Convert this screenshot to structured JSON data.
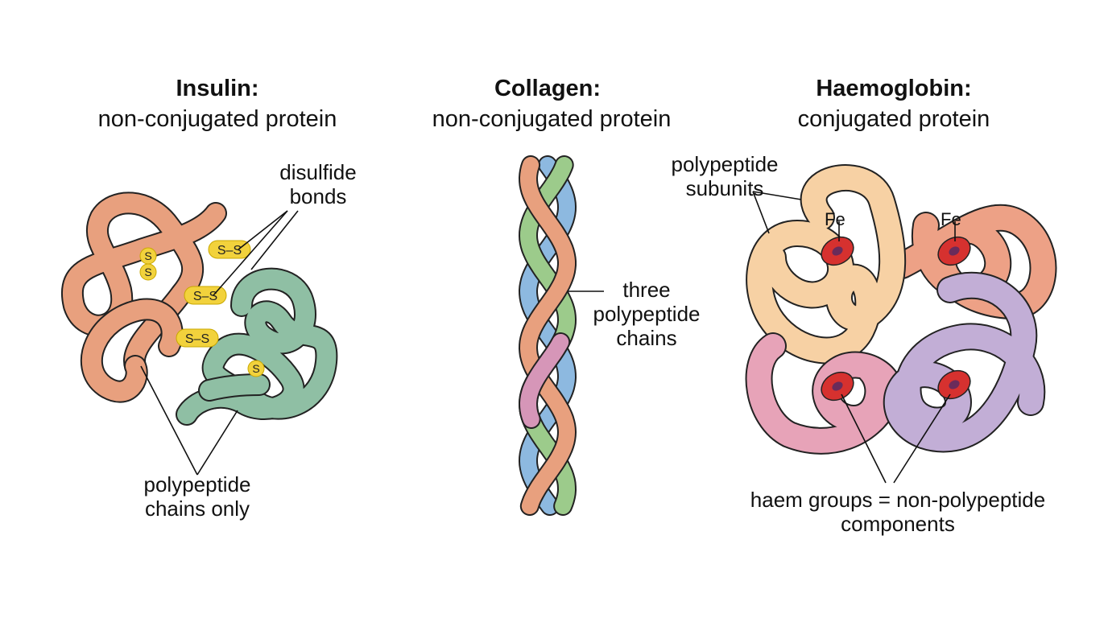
{
  "panels": {
    "insulin": {
      "title": "Insulin:",
      "subtitle": "non-conjugated protein",
      "label_disulfide": [
        "disulfide",
        "bonds"
      ],
      "label_chains": [
        "polypeptide",
        "chains only"
      ],
      "bond_text": "S–S",
      "single_s": "S"
    },
    "collagen": {
      "title": "Collagen:",
      "subtitle": "non-conjugated protein",
      "label_chains": [
        "three",
        "polypeptide",
        "chains"
      ]
    },
    "haemoglobin": {
      "title": "Haemoglobin:",
      "subtitle": "conjugated protein",
      "label_subunits": [
        "polypeptide",
        "subunits"
      ],
      "iron_label": "Fe",
      "label_haem": [
        "haem groups = non-polypeptide",
        "components"
      ]
    }
  },
  "colors": {
    "insulin_chain_a": "#E8A07E",
    "insulin_chain_b": "#8FBFA4",
    "bond": "#F2D23C",
    "collagen_chain_1": "#8DB9E0",
    "collagen_chain_2": "#E8A07E",
    "collagen_chain_3": "#9CCB8B",
    "collagen_chain_4": "#D696B8",
    "hb_subunit_1": "#F7D1A4",
    "hb_subunit_2": "#EDA186",
    "hb_subunit_3": "#E7A3B8",
    "hb_subunit_4": "#C2AED6",
    "haem": "#D6312F",
    "haem_core": "#6A2B5A",
    "outline": "#222222"
  }
}
